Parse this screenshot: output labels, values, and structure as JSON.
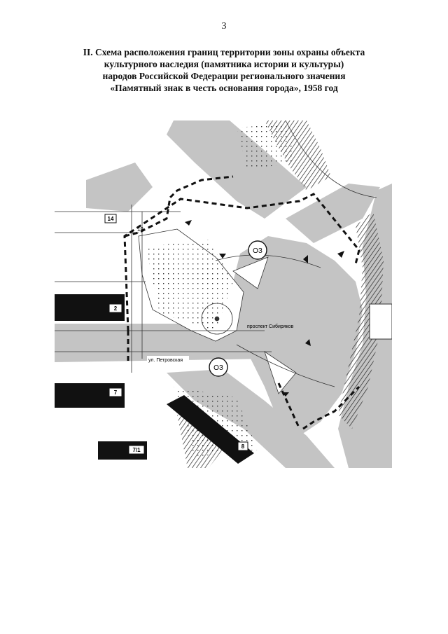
{
  "page": {
    "number": "3"
  },
  "title": {
    "lines": [
      "II. Схема расположения границ территории зоны охраны объекта",
      "культурного наследия (памятника истории и культуры)",
      "народов Российской Федерации регионального значения",
      "«Памятный знак в честь основания города», 1958 год"
    ]
  },
  "map": {
    "zone_labels": [
      "ОЗ",
      "ОЗ"
    ],
    "building_numbers": [
      "2",
      "7",
      "8",
      "19",
      "7/1",
      "14"
    ],
    "street_labels": [
      "ул. Петровская",
      "проспект Сибиряков"
    ],
    "colors": {
      "area": "#c4c4c4",
      "building": "#111111",
      "boundary": "#111111",
      "background": "#ffffff"
    }
  }
}
